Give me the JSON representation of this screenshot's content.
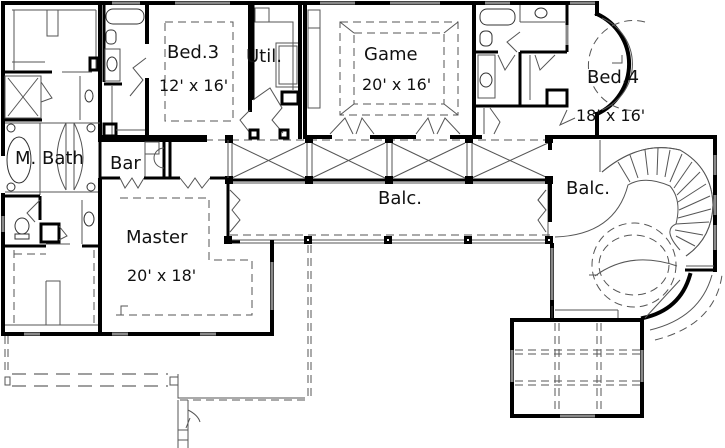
{
  "plan": {
    "type": "second floor plan",
    "colors": {
      "wall": "#000000",
      "line": "#555555",
      "background": "#ffffff"
    },
    "rooms": [
      {
        "id": "bed3",
        "name": "Bed.3",
        "dimensions": "12' x 16'"
      },
      {
        "id": "util",
        "name": "Util."
      },
      {
        "id": "game",
        "name": "Game",
        "dimensions": "20' x 16'"
      },
      {
        "id": "bed4",
        "name": "Bed.4",
        "dimensions": "18' x 16'"
      },
      {
        "id": "mbath",
        "name": "M. Bath"
      },
      {
        "id": "bar",
        "name": "Bar"
      },
      {
        "id": "balc_center",
        "name": "Balc."
      },
      {
        "id": "balc_stair",
        "name": "Balc."
      },
      {
        "id": "master",
        "name": "Master",
        "dimensions": "20' x 18'"
      }
    ]
  }
}
